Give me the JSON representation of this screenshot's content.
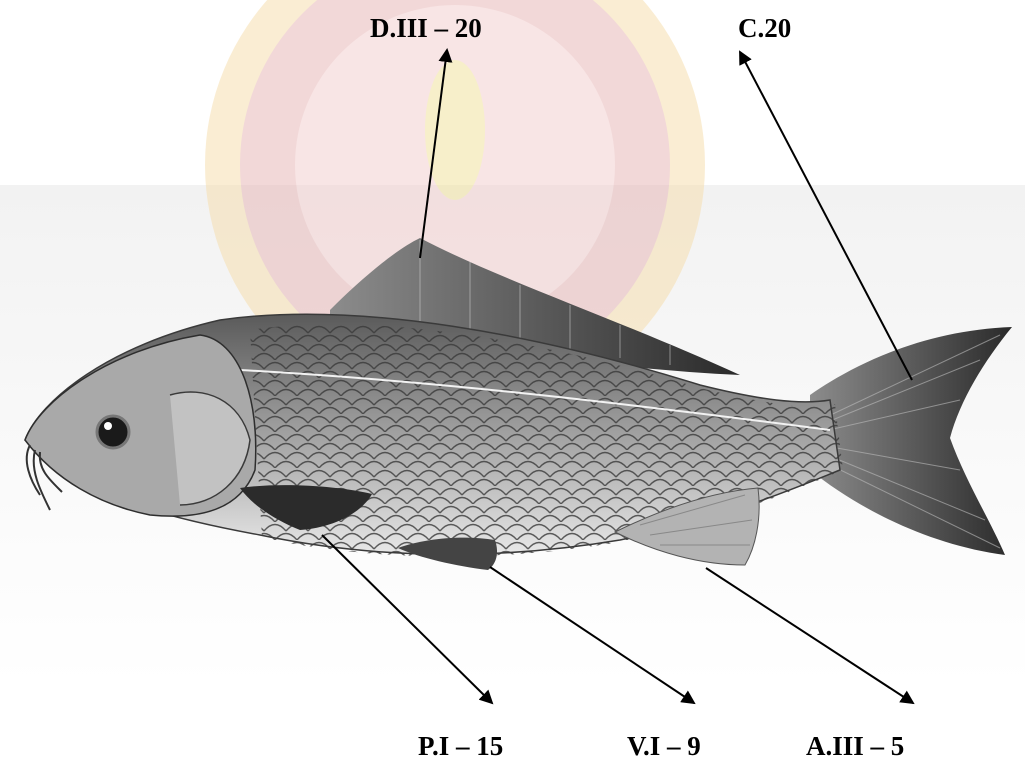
{
  "diagram": {
    "labels": {
      "dorsal": "D.III – 20",
      "caudal": "C.20",
      "pectoral": "P.I – 15",
      "ventral": "V.I – 9",
      "anal": "A.III – 5"
    }
  }
}
